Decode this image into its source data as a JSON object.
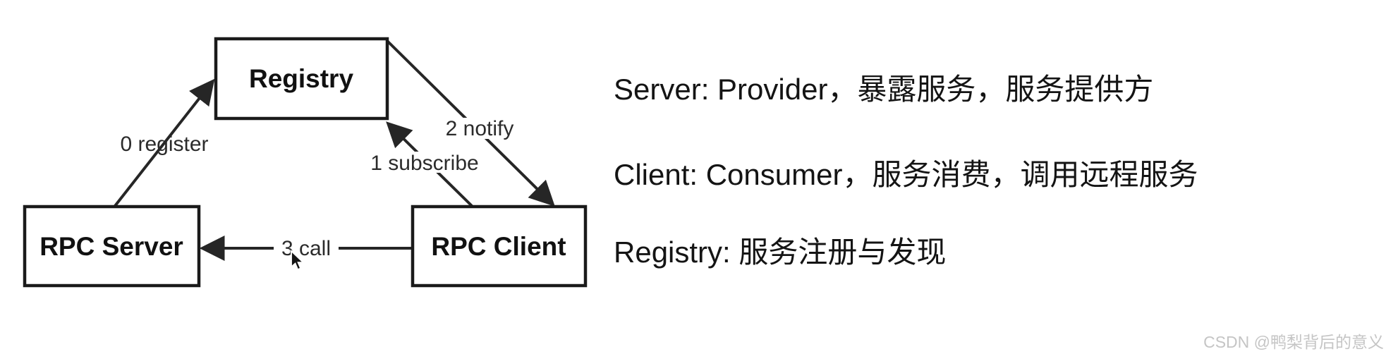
{
  "diagram": {
    "nodes": [
      {
        "id": "registry",
        "label": "Registry"
      },
      {
        "id": "rpc-server",
        "label": "RPC Server"
      },
      {
        "id": "rpc-client",
        "label": "RPC Client"
      }
    ],
    "edges": [
      {
        "id": "register",
        "label": "0 register",
        "from": "rpc-server",
        "to": "registry"
      },
      {
        "id": "subscribe",
        "label": "1 subscribe",
        "from": "rpc-client",
        "to": "registry"
      },
      {
        "id": "notify",
        "label": "2 notify",
        "from": "registry",
        "to": "rpc-client"
      },
      {
        "id": "call",
        "label": "3 call",
        "from": "rpc-client",
        "to": "rpc-server"
      }
    ]
  },
  "notes": [
    {
      "text": "Server: Provider，暴露服务，服务提供方"
    },
    {
      "text": "Client: Consumer，服务消费，调用远程服务"
    },
    {
      "text": "Registry: 服务注册与发现"
    }
  ],
  "watermark": {
    "text": "CSDN @鸭梨背后的意义"
  },
  "colors": {
    "background": "#ffffff",
    "line": "#262626",
    "box_border": "#1a1a1a",
    "text": "#141414",
    "watermark": "#c5c5c5"
  }
}
